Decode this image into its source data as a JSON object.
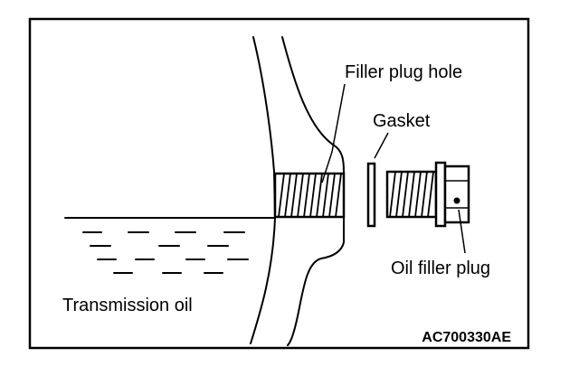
{
  "labels": {
    "filler_plug_hole": "Filler plug hole",
    "gasket": "Gasket",
    "oil_filler_plug": "Oil filler plug",
    "transmission_oil": "Transmission oil",
    "figure_code": "AC700330AE"
  }
}
